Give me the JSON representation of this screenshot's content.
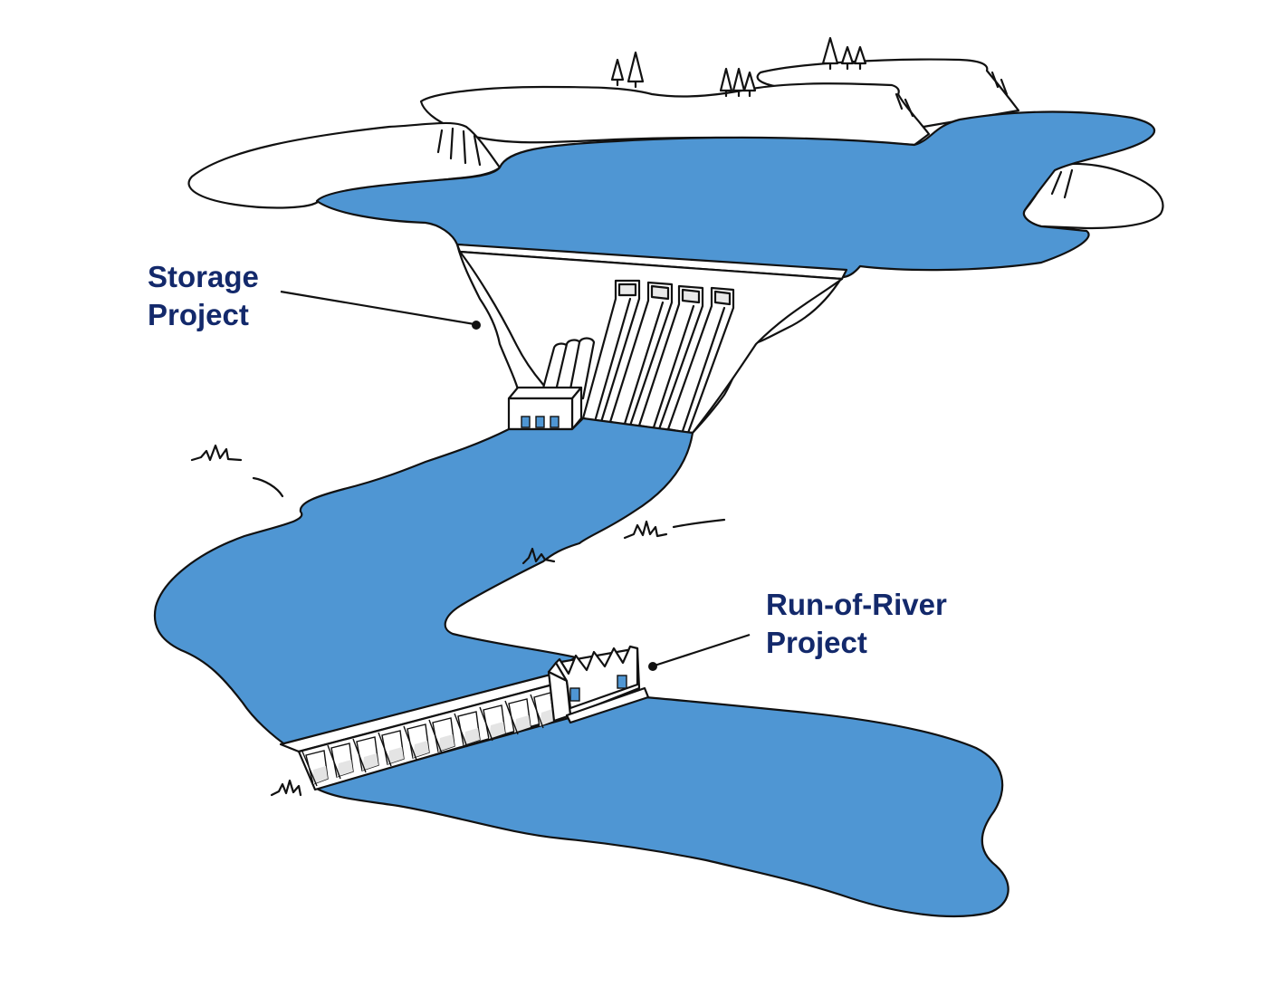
{
  "labels": {
    "storage": {
      "line1": "Storage",
      "line2": "Project"
    },
    "run_of_river": {
      "line1": "Run-of-River",
      "line2": "Project"
    }
  },
  "colors": {
    "water": "#4f96d3",
    "label_text": "#13296b",
    "outline": "#111111",
    "background": "#ffffff"
  },
  "icons": [
    "tree-icon",
    "grass-tuft-icon"
  ]
}
